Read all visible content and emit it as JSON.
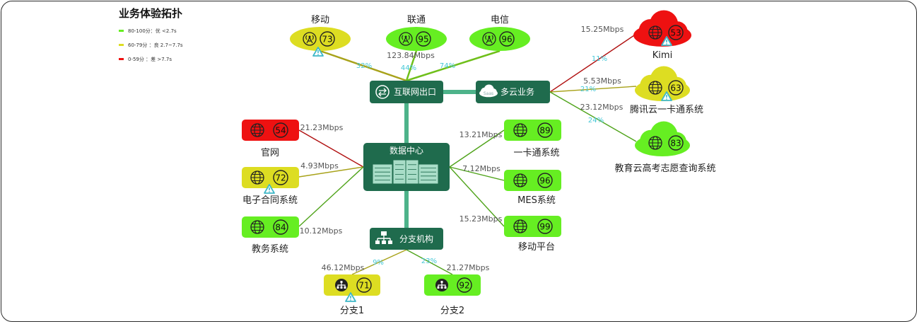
{
  "title": "业务体验拓扑",
  "legend": [
    {
      "text": "80-100分：优  <2.7s",
      "color": "#66ee22"
    },
    {
      "text": "60-79分  ：良  2.7~7.7s",
      "color": "#dddd22"
    },
    {
      "text": "0-59分    ：差  >7.7s",
      "color": "#ee1111"
    }
  ],
  "colors": {
    "good": "#66ee22",
    "fair": "#dddd22",
    "poor": "#ee1111",
    "core": "#1f6b4d",
    "core_link": "#4db38a"
  },
  "core": {
    "internet": "互联网出口",
    "cloud": "多云业务",
    "datacenter": "数据中心",
    "branch_hub": "分支机构",
    "cloud_sub": "Saas"
  },
  "isps": [
    {
      "name": "移动",
      "score": "73",
      "status": "fair",
      "warn": true,
      "pct": "32%",
      "bw": ""
    },
    {
      "name": "联通",
      "score": "95",
      "status": "good",
      "warn": false,
      "pct": "44%",
      "bw": "123.84Mbps"
    },
    {
      "name": "电信",
      "score": "96",
      "status": "good",
      "warn": false,
      "pct": "74%",
      "bw": ""
    }
  ],
  "clouds": [
    {
      "name": "Kimi",
      "score": "53",
      "status": "poor",
      "warn": true,
      "bw": "15.25Mbps",
      "pct": "11%"
    },
    {
      "name": "腾讯云一卡通系统",
      "score": "63",
      "status": "fair",
      "warn": true,
      "bw": "5.53Mbps",
      "pct": "21%"
    },
    {
      "name": "教育云高考志愿查询系统",
      "score": "83",
      "status": "good",
      "warn": false,
      "bw": "23.12Mbps",
      "pct": "24%"
    }
  ],
  "dc_left": [
    {
      "name": "官网",
      "score": "54",
      "status": "poor",
      "warn": false,
      "bw": "21.23Mbps"
    },
    {
      "name": "电子合同系统",
      "score": "72",
      "status": "fair",
      "warn": true,
      "bw": "4.93Mbps"
    },
    {
      "name": "教务系统",
      "score": "84",
      "status": "good",
      "warn": false,
      "bw": "10.12Mbps"
    }
  ],
  "dc_right": [
    {
      "name": "一卡通系统",
      "score": "89",
      "status": "good",
      "warn": false,
      "bw": "13.21Mbps"
    },
    {
      "name": "MES系统",
      "score": "96",
      "status": "good",
      "warn": false,
      "bw": "7.12Mbps"
    },
    {
      "name": "移动平台",
      "score": "99",
      "status": "good",
      "warn": false,
      "bw": "15.23Mbps"
    }
  ],
  "branches": [
    {
      "name": "分支1",
      "score": "71",
      "status": "fair",
      "warn": true,
      "bw": "46.12Mbps",
      "pct": "9%"
    },
    {
      "name": "分支2",
      "score": "92",
      "status": "good",
      "warn": false,
      "bw": "21.27Mbps",
      "pct": "23%"
    }
  ]
}
